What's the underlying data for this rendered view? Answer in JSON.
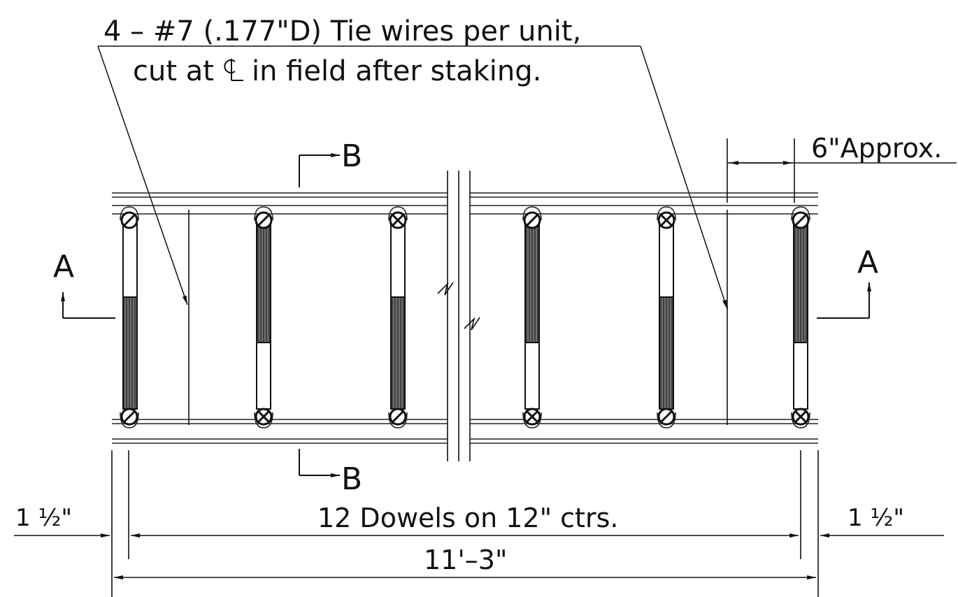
{
  "drawing": {
    "note_line1": "4 – #7 (.177\"D) Tie wires per unit,",
    "note_line2_a": "cut at",
    "note_line2_b": "in field after staking.",
    "centerline_symbol": "C/L",
    "section_a": "A",
    "section_b": "B",
    "six_inch_label": "6\"Approx.",
    "left_edge_label": "1 ½\"",
    "right_edge_label": "1 ½\"",
    "dowels_label": "12 Dowels on 12\" ctrs.",
    "overall_label": "11'–3\""
  }
}
